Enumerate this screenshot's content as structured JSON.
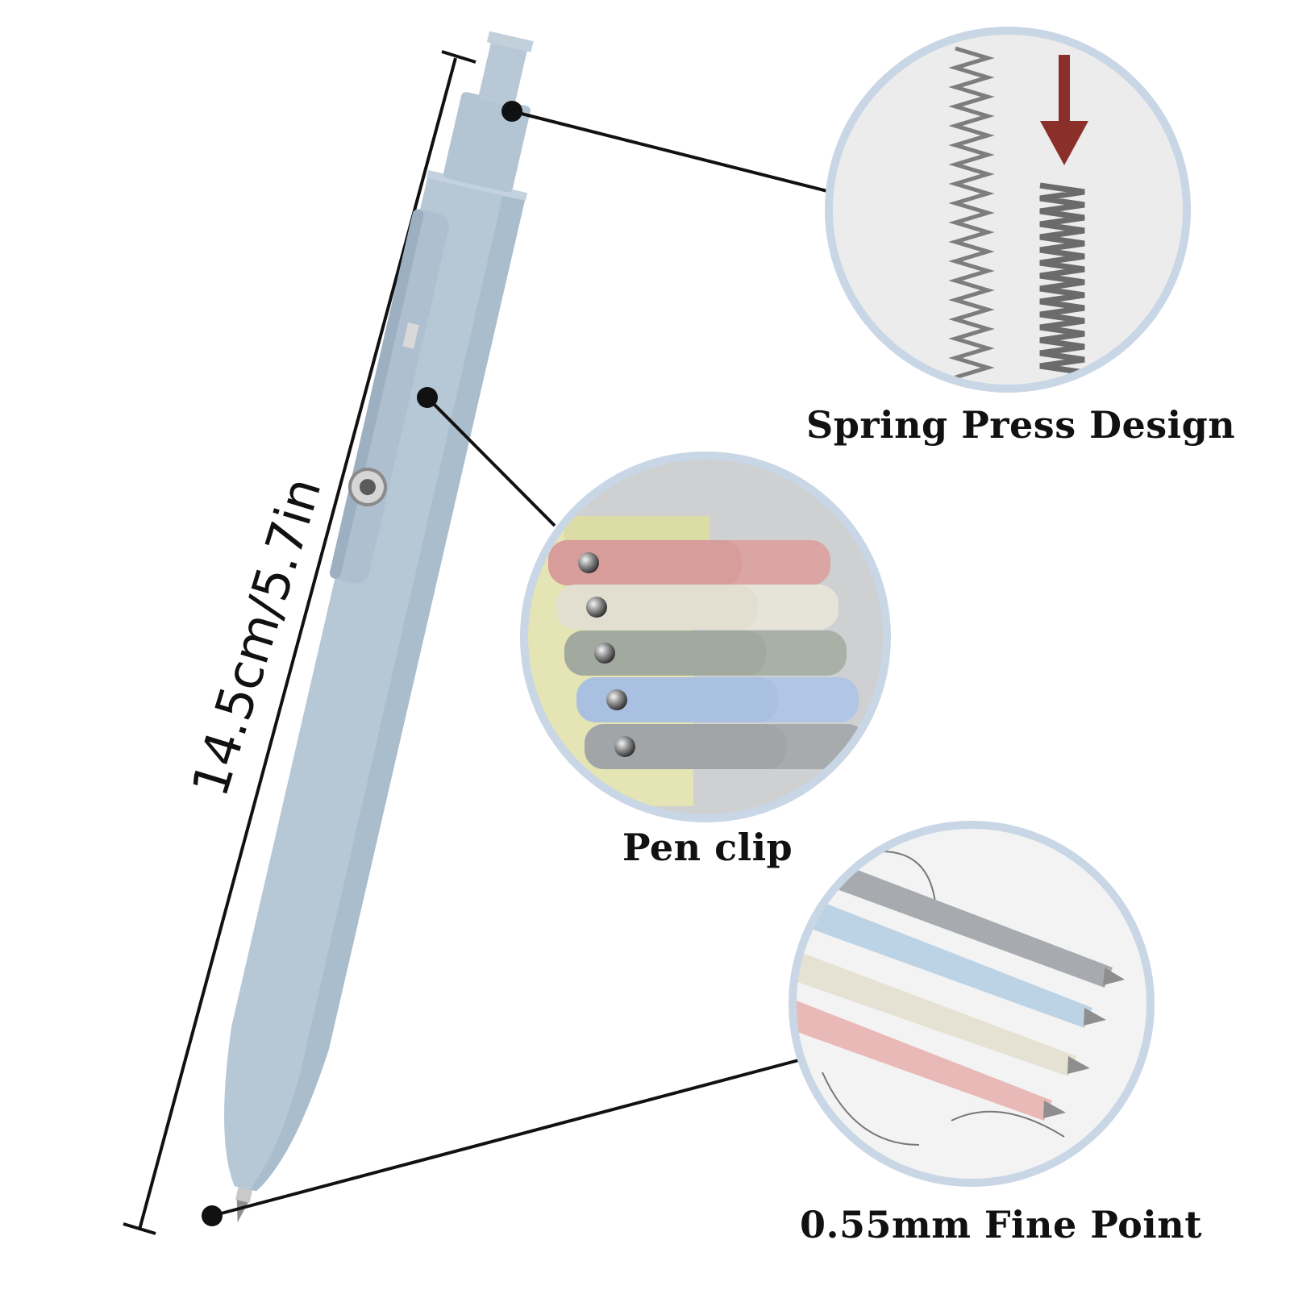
{
  "dimension": {
    "text": "14.5cm/5.7in"
  },
  "callouts": {
    "spring": {
      "label": "Spring Press Design"
    },
    "clip": {
      "label": "Pen clip"
    },
    "point": {
      "label": "0.55mm Fine Point"
    }
  },
  "colors": {
    "pen_body": "#b6c7d6",
    "pen_shadow": "#9fb2c4",
    "callout_ring": "#c9d6e6",
    "arrow": "#8b2f2a",
    "pen_pink": "#dba5a3",
    "pen_cream": "#e6e3d8",
    "pen_sage": "#a9b1a6",
    "pen_blue": "#b0c6e4",
    "pen_gray": "#a8abae",
    "clip_card": "#e4e4b4"
  }
}
